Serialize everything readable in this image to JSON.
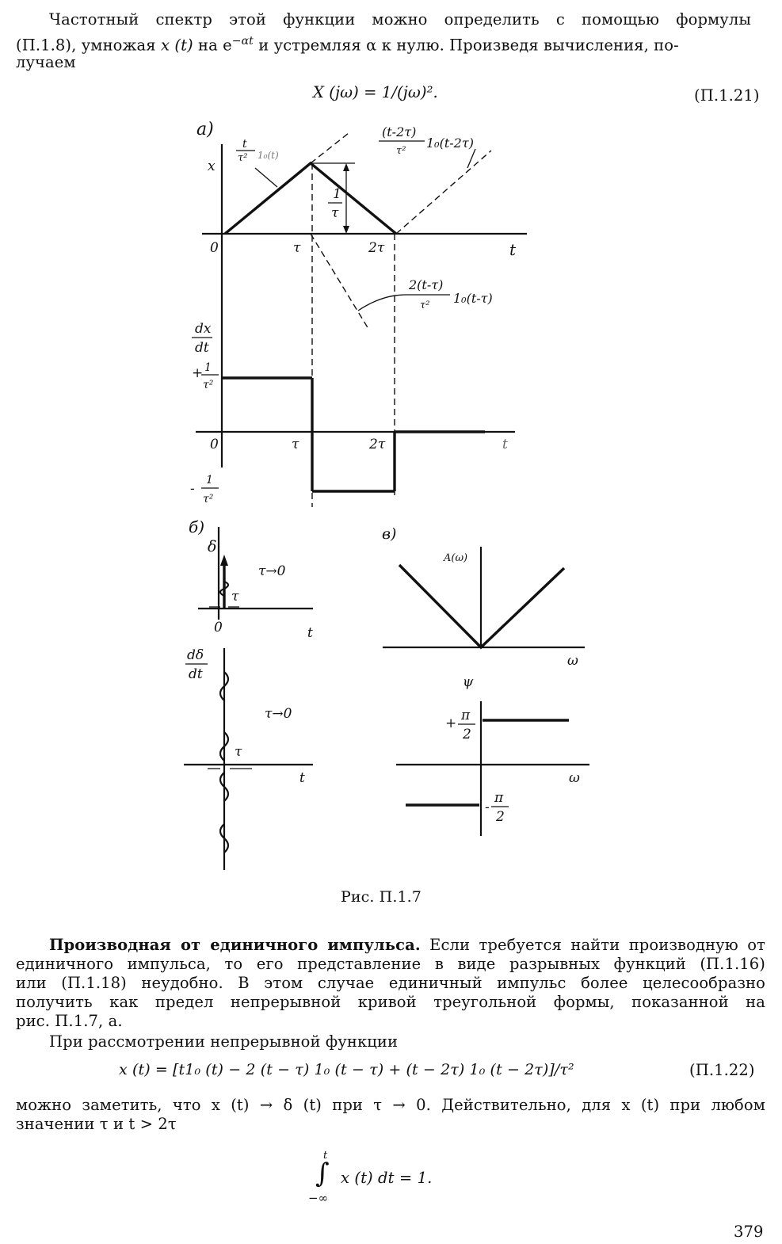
{
  "top_text": {
    "line1": "Частотный спектр этой функции можно определить с помощью формулы",
    "line2_a": "(П.1.8), умножая ",
    "line2_x": "x (t)",
    "line2_b": " на e",
    "line2_sup": "−αt",
    "line2_c": " и устремляя α к нулю. Произведя вычисления, по-",
    "line3": "лучаем"
  },
  "eq_121": {
    "formula": "X (jω) = 1/(jω)².",
    "number": "(П.1.21)"
  },
  "figure": {
    "panel_a": {
      "letter": "а)",
      "x_label": "x",
      "t_label": "t",
      "origin": "0",
      "tau": "τ",
      "two_tau": "2τ",
      "height_num": "1",
      "height_den": "τ",
      "ann_left_num": "t",
      "ann_left_den": "τ²",
      "ann_left_tail": "1₀(t)",
      "ann_right_num": "(t-2τ)",
      "ann_right_den": "τ²",
      "ann_right_tail": "1₀(t-2τ)",
      "ann_mid_num": "2(t-τ)",
      "ann_mid_den": "τ²",
      "ann_mid_tail": "1₀(t-τ)"
    },
    "panel_a2": {
      "y_num": "dx",
      "y_den": "dt",
      "plus_num": "1",
      "plus_den": "τ²",
      "plus_sign": "+",
      "minus_sign": "-",
      "minus_num": "1",
      "minus_den": "τ²",
      "origin": "0",
      "tau": "τ",
      "two_tau": "2τ",
      "t_label": "t"
    },
    "panel_b": {
      "letter": "б)",
      "delta": "δ",
      "tau_limit": "τ→0",
      "tau": "τ",
      "origin": "0",
      "t_label": "t",
      "dd_num": "dδ",
      "dd_den": "dt",
      "tau_limit2": "τ→0",
      "tau2": "τ",
      "t_label2": "t"
    },
    "panel_c": {
      "letter": "в)",
      "amp_label": "A(ω)",
      "omega": "ω",
      "psi": "ψ",
      "plus_pi": "+",
      "pi_num": "π",
      "pi_den": "2",
      "minus_pi": "-",
      "omega2": "ω"
    },
    "caption": "Рис. П.1.7"
  },
  "para1": {
    "heading": "Производная от единичного импульса.",
    "line1_rest": " Если требуется найти производную от",
    "line2": "единичного импульса, то его представление в виде разрывных функций (П.1.16)",
    "line3": "или (П.1.18) неудобно. В этом случае единичный импульс более целесообразно",
    "line4": "получить как предел непрерывной кривой треугольной формы, показанной на",
    "line5": "рис. П.1.7, а."
  },
  "para2": {
    "line1": "При рассмотрении непрерывной функции"
  },
  "eq_122": {
    "formula": "x (t) = [t1₀ (t) − 2 (t − τ) 1₀ (t − τ) + (t − 2τ) 1₀ (t − 2τ)]/τ²",
    "number": "(П.1.22)"
  },
  "para3": {
    "line1": "можно заметить, что x (t) → δ (t) при τ → 0. Действительно, для x (t) при любом",
    "line2": "значении τ и t > 2τ"
  },
  "eq_int": {
    "upper": "t",
    "sign": "∫",
    "lower": "−∞",
    "body": "x (t) dt = 1."
  },
  "page_number": "379"
}
